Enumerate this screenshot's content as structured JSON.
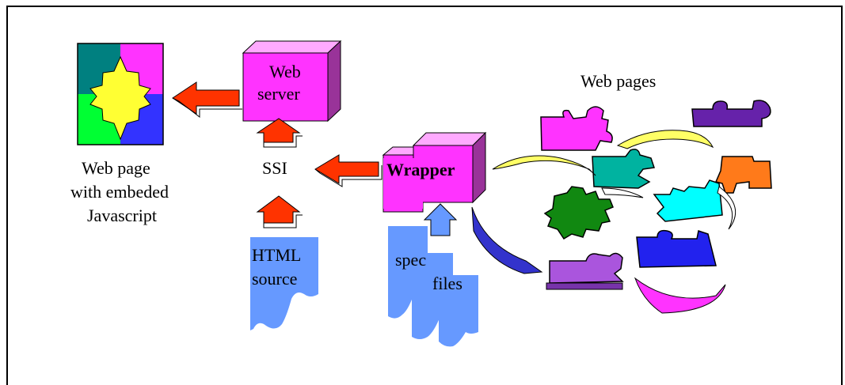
{
  "labels": {
    "web_server_line1": "Web",
    "web_server_line2": "server",
    "web_page_line1": "Web page",
    "web_page_line2": "with embeded",
    "web_page_line3": "Javascript",
    "ssi": "SSI",
    "wrapper": "Wrapper",
    "html_source_line1": "HTML",
    "html_source_line2": "source",
    "spec": "spec",
    "files": "files",
    "web_pages": "Web pages"
  },
  "colors": {
    "magenta": "#ff33ff",
    "light_pink": "#ffaaff",
    "purple_side": "#993399",
    "red_arrow": "#ff3300",
    "blue_doc": "#6699ff",
    "puzzle_teal": "#008080",
    "puzzle_yellow": "#ffff33",
    "puzzle_green": "#00ff33",
    "puzzle_blue": "#3333ff"
  }
}
